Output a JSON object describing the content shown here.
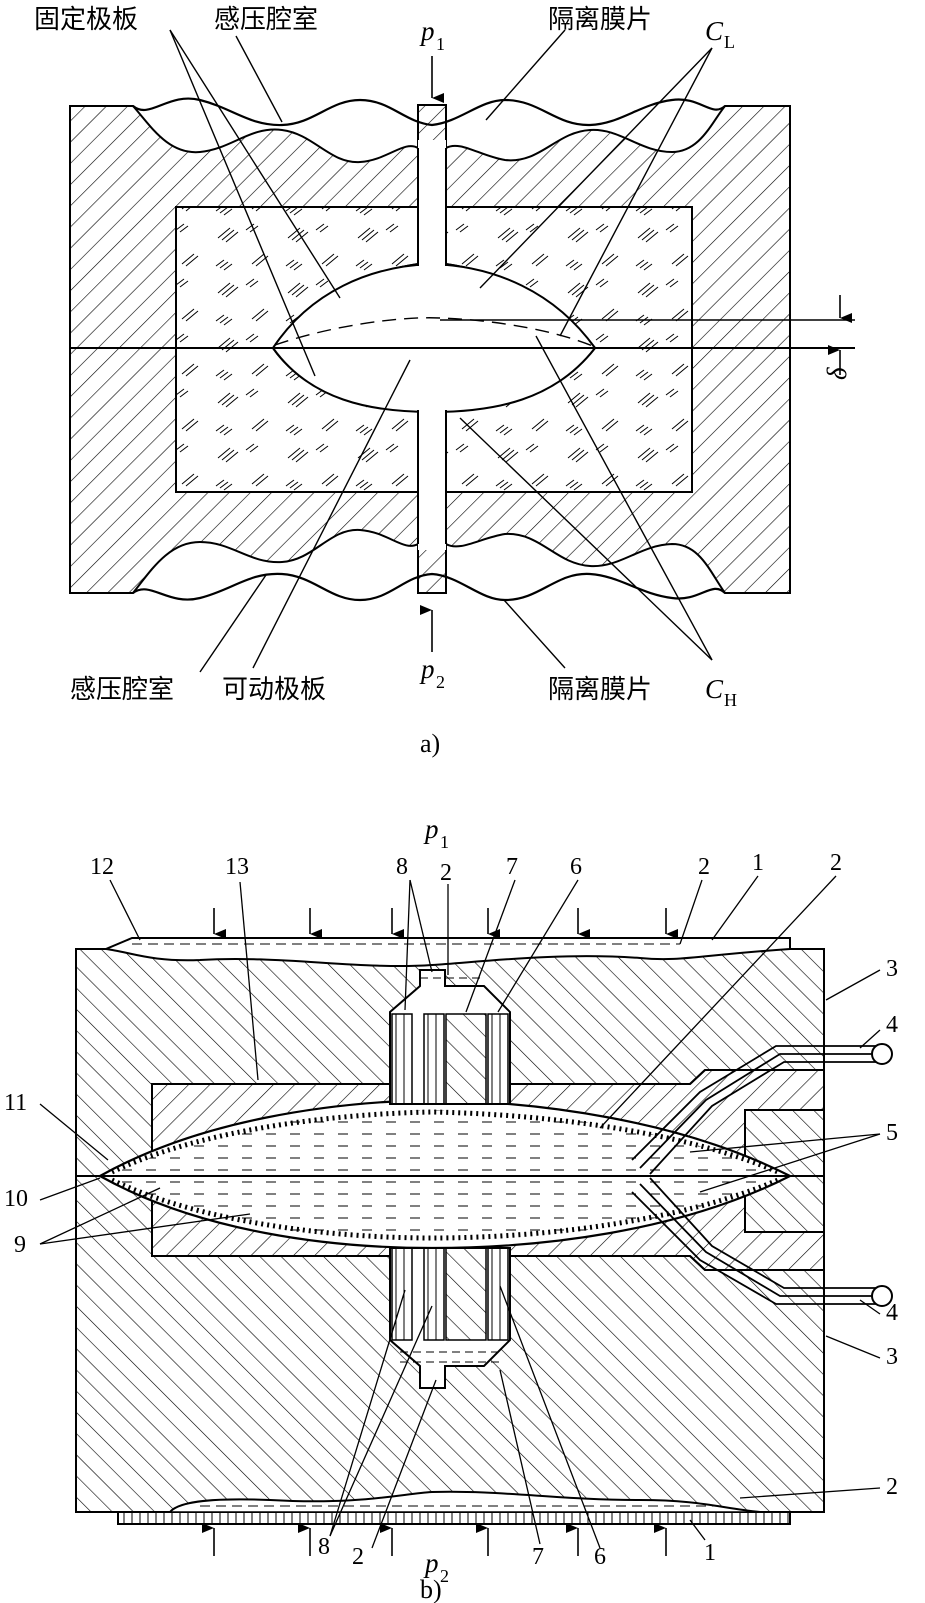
{
  "figure_a": {
    "labels": {
      "fixed_plate": "固定极板",
      "pressure_chamber_top": "感压腔室",
      "isolation_diaphragm_top": "隔离膜片",
      "pressure_chamber_bottom": "感压腔室",
      "movable_plate": "可动极板",
      "isolation_diaphragm_bottom": "隔离膜片"
    },
    "symbols": {
      "p1": "p",
      "p1_sub": "1",
      "p2": "p",
      "p2_sub": "2",
      "cl": "C",
      "cl_sub": "L",
      "ch": "C",
      "ch_sub": "H",
      "delta": "δ"
    },
    "caption": "a)"
  },
  "figure_b": {
    "symbols": {
      "p1": "p",
      "p1_sub": "1",
      "p2": "p",
      "p2_sub": "2"
    },
    "numbers": {
      "n12": "12",
      "n13": "13",
      "n8_top": "8",
      "n2_top_center": "2",
      "n7_top": "7",
      "n6_top": "6",
      "n2_top_right1": "2",
      "n1_top": "1",
      "n2_top_right2": "2",
      "n3_top": "3",
      "n4_top": "4",
      "n11": "11",
      "n5": "5",
      "n10": "10",
      "n9": "9",
      "n4_bottom": "4",
      "n3_bottom": "3",
      "n2_bottom_right": "2",
      "n8_bottom": "8",
      "n2_bottom": "2",
      "n7_bottom": "7",
      "n6_bottom": "6",
      "n1_bottom": "1"
    },
    "caption": "b)"
  }
}
